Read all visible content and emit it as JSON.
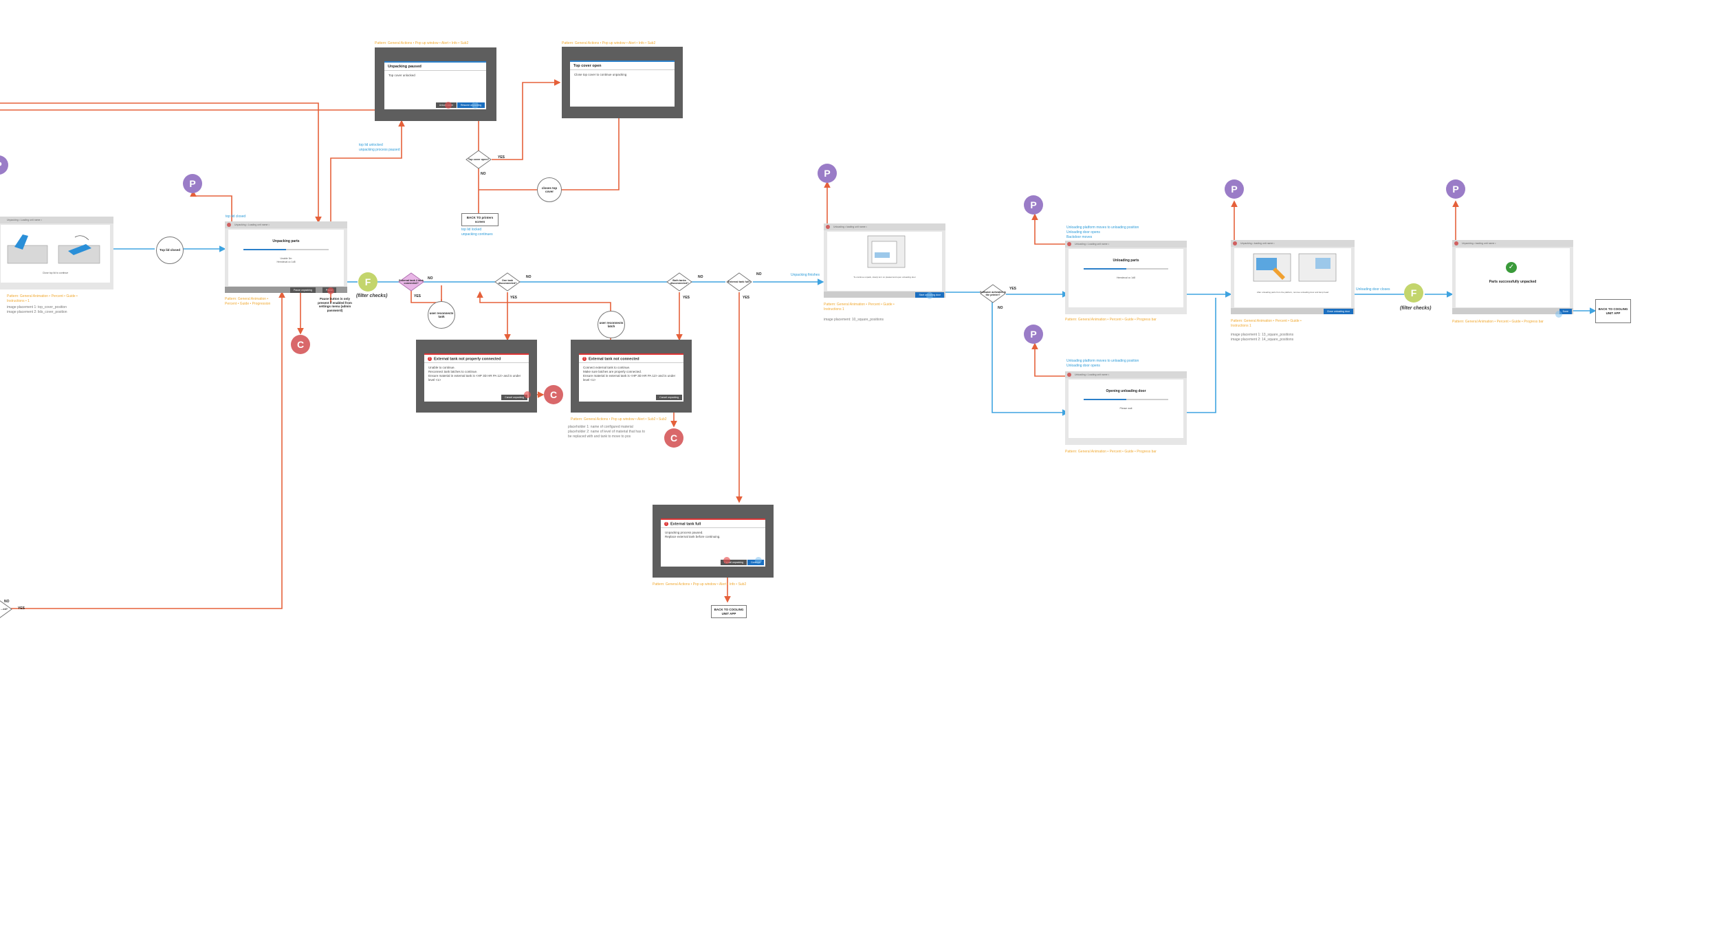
{
  "colors": {
    "flow_red": "#e5603a",
    "flow_blue": "#3ea3e0",
    "note_orange": "#f0a830",
    "note_blue": "#2a9ad8",
    "badge_p": "#9a7cc7",
    "badge_c": "#d9686a",
    "badge_f": "#c3d56c",
    "primary_button": "#1b6fc0"
  },
  "badges": {
    "p": "P",
    "c": "C",
    "f": "F"
  },
  "filter_checks": "(filter checks)",
  "dialogs": {
    "unpacking_paused": {
      "title": "Unpacking paused",
      "body": "Top cover unlocked",
      "btn_secondary": "Unlock cover",
      "btn_primary": "Resume unpacking"
    },
    "top_cover_open": {
      "title": "Top cover open",
      "body": "Close top cover to continue unpacking"
    },
    "ext_tank_not_connected_properly": {
      "title": "External tank not properly connected",
      "body": "Unable to continue.\nReconnect tank latches to continue.\nEnsure material in external tank is <HP 3D HR PA 12> and is under level <1>",
      "btn": "Cancel unpacking"
    },
    "ext_tank_not_connected": {
      "title": "External tank not connected",
      "body": "Connect external tank to continue.\nMake sure latches are properly connected.\nEnsure material in external tank is <HP 3D HR PA 12> and is under level <1>",
      "btn": "Cancel unpacking"
    },
    "ext_tank_full": {
      "title": "External tank full",
      "body": "Unpacking process paused.\nReplace external tank before continuing.",
      "btn_secondary": "Cancel unpacking",
      "btn_primary": "Continue"
    }
  },
  "screens": {
    "first": {
      "head": "Unpacking • Loading unit name •",
      "caption": "Close top lid to continue"
    },
    "unpacking_parts": {
      "head": "Unpacking • Loading unit name •",
      "title": "Unpacking parts",
      "sub1": "Unable 3m",
      "sub2": "Hemdecal cc 1d8",
      "btn1": "Pause unpacking",
      "btn2": "Pause",
      "progress": 0.5
    },
    "unloading_door": {
      "head": "Unloading • loading unit name •",
      "caption": "To continue unpack, slowly turn on pleated and open unloading door",
      "btn": "Start unloading door"
    },
    "unloading_parts": {
      "head": "Unloading • Loading unit name •",
      "title": "Unloading parts",
      "sub": "Hemdecal cc 1d8",
      "progress": 0.5
    },
    "opening_door": {
      "head": "Unloading • Loading unit name •",
      "title": "Opening unloading door",
      "sub": "Please wait",
      "progress": 0.5
    },
    "remove_parts": {
      "head": "Unpacking • loading unit name •",
      "caption": "After unloading parts from the platform, remove unloading door and lamp head",
      "btn": "Close unloading door"
    },
    "success": {
      "head": "Unpacking • loading unit name •",
      "title": "Parts successfully unpacked",
      "btn": "Done"
    }
  },
  "nodes": {
    "top_lid_closed": "Top lid closed",
    "user_reconnects_tank": "user reconnects tank",
    "user_reconnects_latch": "user reconnects latch",
    "closes_top_cover": "closes top cover"
  },
  "diamonds": {
    "top_cover_open": "Top cover open?",
    "external_tank_connected": "External tank 2 tank connected?",
    "one_tank_disconnected": "One tank disconnected?",
    "both_tanks_disconnected": "Both tanks disconnected?",
    "external_tank_full": "External tank full?",
    "software_activated": "Software activated in the printer?",
    "left_cut": "...cover ...ed?"
  },
  "boxes": {
    "back_to_printers": "BACK TO printers screen",
    "back_to_cooling_a": "BACK TO COOLING UNIT APP",
    "back_to_cooling_b": "BACK TO COOLING UNIT APP"
  },
  "labels": {
    "yes": "YES",
    "no": "NO"
  },
  "hint_pause": "Pause button is only present if enabled from settings menu (admin password)",
  "notes": {
    "n_unpacking_paused": "Pattern: General Actions • Pop up window • Alert • Info • Sub2",
    "n_top_cover": "Pattern: General Actions • Pop up window • Alert • Info • Sub2",
    "n_top_lid_unlocked": "top lid unlocked\nunpacking process paused",
    "n_top_lid_closed": "top lid closed",
    "n_top_lid_locked": "top lid locked\nunpacking continues",
    "n_first_pattern": "Pattern: General Animation • Percent • Guide •\nInstructions • 1",
    "n_first_images": "image placement 1: top_cover_position\nimage placement 2: lids_cover_position",
    "n_unpacking_pattern": "Pattern: General Animation •\nPercent • Guide • Progression",
    "n_unpacking_doors": "Unpacking finishes",
    "n_unloading_door_pattern": "Pattern: General Animation • Percent • Guide •\nInstructions 1",
    "n_unloading_door_image": "image placement: 10_square_positions",
    "n_unloading_parts_blue": "Unloading platform moves to unloading position\nUnloading door opens\nBackdoor moves",
    "n_unloading_parts_pattern": "Pattern: General Animation • Percent • Guide • Progress bar",
    "n_opening_blue": "Unloading platform moves to unloading position\nUnloading door opens",
    "n_opening_pattern": "Pattern: General Animation • Percent • Guide • Progress bar",
    "n_remove_pattern": "Pattern: General Animation • Percent • Guide •\nInstructions 1",
    "n_remove_images": "image placement 1: 13_square_positions\nimage placement 2: 14_square_positions",
    "n_door_closes": "Unloading door closes",
    "n_success_pattern": "Pattern: General Animation • Percent • Guide • Progress bar",
    "n_tank_pattern": "Pattern: General Actions • Pop up window • Alert • Sub2 • Sub2",
    "n_tank_placeholders": "placeholder 1: name of configured material\nplaceholder 2: name of level of material that has to\nbe replaced with and tank to move to pos",
    "n_full_pattern": "Pattern: General Actions • Pop up window • Alert • Info • Sub2"
  }
}
